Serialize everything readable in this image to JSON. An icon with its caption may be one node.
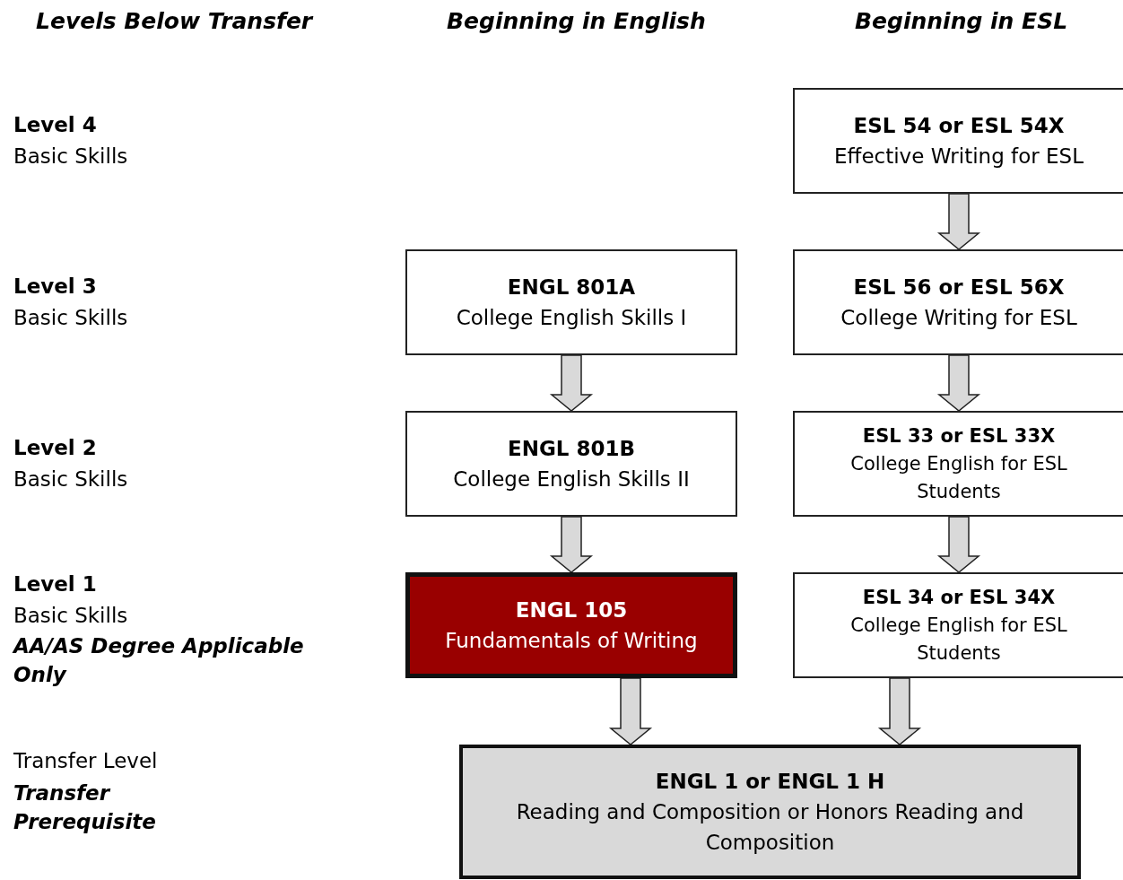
{
  "diagram": {
    "nodes": [
      {
        "text": [
          "ESL 54 or ESL 54X",
          "Effective Writing for ESL"
        ]
      },
      {
        "text": [
          "ENGL 801A",
          "College English Skills I"
        ]
      },
      {
        "text": [
          "ESL 56 or ESL 56X",
          "College Writing for ESL"
        ]
      },
      {
        "text": [
          "ENGL 801B",
          "College English Skills II"
        ]
      },
      {
        "text": [
          "ESL 33 or ESL 33X",
          "College English for ESL Students"
        ]
      },
      {
        "text": [
          "ENGL 105",
          "Fundamentals of Writing"
        ]
      },
      {
        "text": [
          "ESL 34 or ESL 34X",
          "College English for ESL Students"
        ]
      },
      {
        "text": [
          "ENGL 1 or ENGL 1 H",
          "Reading and Composition or Honors Reading and Composition"
        ]
      }
    ],
    "edges": [
      {
        "from": 0,
        "to": 2,
        "arrow": "to"
      },
      {
        "from": 1,
        "to": 3,
        "arrow": "to"
      },
      {
        "from": 2,
        "to": 4,
        "arrow": "to"
      },
      {
        "from": 3,
        "to": 5,
        "arrow": "to"
      },
      {
        "from": 4,
        "to": 6,
        "arrow": "to"
      },
      {
        "from": 5,
        "to": 7,
        "arrow": "to"
      },
      {
        "from": 6,
        "to": 7,
        "arrow": "to"
      }
    ],
    "labels": [
      "Levels Below Transfer",
      "Beginning in English",
      "Beginning in ESL",
      "Level 4",
      "Basic Skills",
      "Level 3",
      "Basic Skills",
      "Level 2",
      "Basic Skills",
      "Level 1",
      "Basic Skills",
      "AA/AS Degree Applicable Only",
      "Transfer Level",
      "Transfer Prerequisite"
    ]
  }
}
